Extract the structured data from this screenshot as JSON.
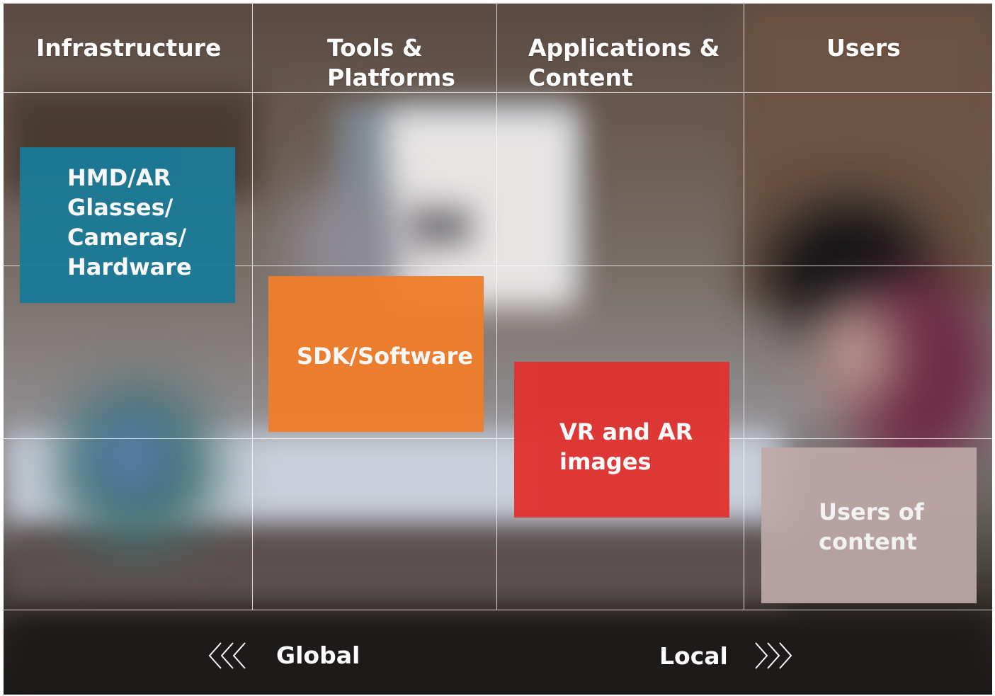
{
  "columns": [
    {
      "id": "infrastructure",
      "label": "Infrastructure"
    },
    {
      "id": "tools",
      "label": "Tools &\nPlatforms"
    },
    {
      "id": "applications",
      "label": "Applications &\nContent"
    },
    {
      "id": "users",
      "label": "Users"
    }
  ],
  "boxes": {
    "hardware": {
      "label": "HMD/AR\nGlasses/\nCameras/\nHardware",
      "color": "#1d7a96"
    },
    "sdk": {
      "label": "SDK/Software",
      "color": "#f07d2a"
    },
    "images": {
      "label": "VR and AR\nimages",
      "color": "#e0312f"
    },
    "users_content": {
      "label": "Users of\ncontent",
      "color": "#bfa9a9"
    }
  },
  "axis": {
    "left_label": "Global",
    "right_label": "Local",
    "left_icon": "triple-chevron-left-icon",
    "right_icon": "triple-chevron-right-icon"
  }
}
